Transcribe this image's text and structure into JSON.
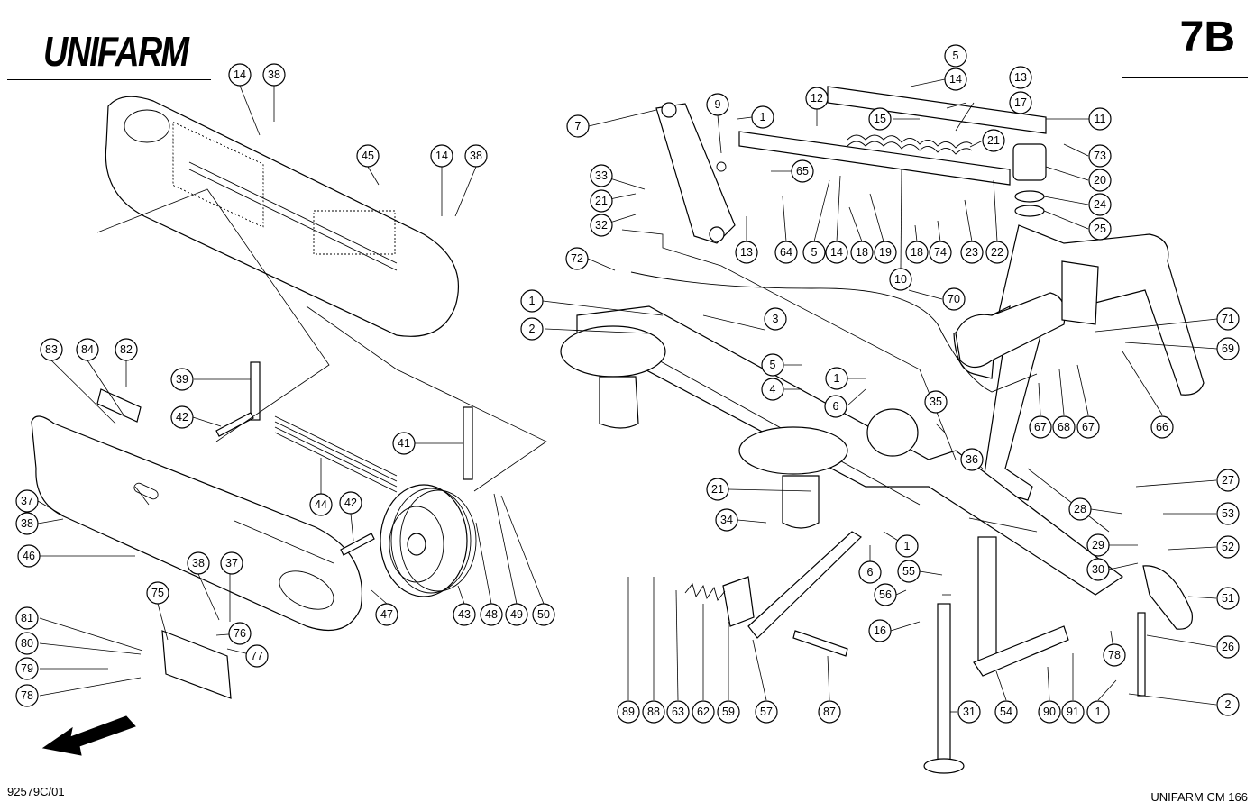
{
  "header": {
    "brand": "UNIFARM",
    "page_code": "7B"
  },
  "footer": {
    "doc_code": "92579C/01",
    "model": "UNIFARM CM 166"
  },
  "callouts": [
    {
      "id": "c1",
      "label": "14"
    },
    {
      "id": "c2",
      "label": "38"
    },
    {
      "id": "c3",
      "label": "45"
    },
    {
      "id": "c4",
      "label": "14"
    },
    {
      "id": "c5",
      "label": "38"
    },
    {
      "id": "c6",
      "label": "83"
    },
    {
      "id": "c7",
      "label": "84"
    },
    {
      "id": "c8",
      "label": "82"
    },
    {
      "id": "c9",
      "label": "39"
    },
    {
      "id": "c10",
      "label": "42"
    },
    {
      "id": "c11",
      "label": "41"
    },
    {
      "id": "c12",
      "label": "44"
    },
    {
      "id": "c13",
      "label": "37"
    },
    {
      "id": "c14",
      "label": "38"
    },
    {
      "id": "c15",
      "label": "42"
    },
    {
      "id": "c16",
      "label": "46"
    },
    {
      "id": "c17",
      "label": "38"
    },
    {
      "id": "c18",
      "label": "37"
    },
    {
      "id": "c19",
      "label": "47"
    },
    {
      "id": "c20",
      "label": "43"
    },
    {
      "id": "c21",
      "label": "48"
    },
    {
      "id": "c22",
      "label": "49"
    },
    {
      "id": "c23",
      "label": "50"
    },
    {
      "id": "c24",
      "label": "75"
    },
    {
      "id": "c25",
      "label": "81"
    },
    {
      "id": "c26",
      "label": "80"
    },
    {
      "id": "c27",
      "label": "79"
    },
    {
      "id": "c28",
      "label": "78"
    },
    {
      "id": "c29",
      "label": "76"
    },
    {
      "id": "c30",
      "label": "77"
    },
    {
      "id": "c31",
      "label": "7"
    },
    {
      "id": "c32",
      "label": "9"
    },
    {
      "id": "c33",
      "label": "1"
    },
    {
      "id": "c34",
      "label": "12"
    },
    {
      "id": "c35",
      "label": "5"
    },
    {
      "id": "c36",
      "label": "14"
    },
    {
      "id": "c37",
      "label": "13"
    },
    {
      "id": "c38",
      "label": "17"
    },
    {
      "id": "c39",
      "label": "15"
    },
    {
      "id": "c40",
      "label": "11"
    },
    {
      "id": "c41",
      "label": "21"
    },
    {
      "id": "c42",
      "label": "73"
    },
    {
      "id": "c43",
      "label": "33"
    },
    {
      "id": "c44",
      "label": "65"
    },
    {
      "id": "c45",
      "label": "20"
    },
    {
      "id": "c46",
      "label": "21"
    },
    {
      "id": "c47",
      "label": "24"
    },
    {
      "id": "c48",
      "label": "32"
    },
    {
      "id": "c49",
      "label": "25"
    },
    {
      "id": "c50",
      "label": "13"
    },
    {
      "id": "c51",
      "label": "64"
    },
    {
      "id": "c52",
      "label": "5"
    },
    {
      "id": "c53",
      "label": "14"
    },
    {
      "id": "c54",
      "label": "18"
    },
    {
      "id": "c55",
      "label": "19"
    },
    {
      "id": "c56",
      "label": "18"
    },
    {
      "id": "c57",
      "label": "74"
    },
    {
      "id": "c58",
      "label": "23"
    },
    {
      "id": "c59",
      "label": "22"
    },
    {
      "id": "c60",
      "label": "72"
    },
    {
      "id": "c61",
      "label": "10"
    },
    {
      "id": "c62",
      "label": "70"
    },
    {
      "id": "c63",
      "label": "1"
    },
    {
      "id": "c64",
      "label": "2"
    },
    {
      "id": "c65",
      "label": "3"
    },
    {
      "id": "c66",
      "label": "71"
    },
    {
      "id": "c67",
      "label": "69"
    },
    {
      "id": "c68",
      "label": "5"
    },
    {
      "id": "c69",
      "label": "1"
    },
    {
      "id": "c70",
      "label": "4"
    },
    {
      "id": "c71",
      "label": "6"
    },
    {
      "id": "c72",
      "label": "35"
    },
    {
      "id": "c73",
      "label": "67"
    },
    {
      "id": "c74",
      "label": "68"
    },
    {
      "id": "c75",
      "label": "67"
    },
    {
      "id": "c76",
      "label": "66"
    },
    {
      "id": "c77",
      "label": "36"
    },
    {
      "id": "c78",
      "label": "21"
    },
    {
      "id": "c79",
      "label": "27"
    },
    {
      "id": "c80",
      "label": "28"
    },
    {
      "id": "c81",
      "label": "53"
    },
    {
      "id": "c82",
      "label": "34"
    },
    {
      "id": "c83",
      "label": "1"
    },
    {
      "id": "c84",
      "label": "29"
    },
    {
      "id": "c85",
      "label": "52"
    },
    {
      "id": "c86",
      "label": "6"
    },
    {
      "id": "c87",
      "label": "55"
    },
    {
      "id": "c88",
      "label": "30"
    },
    {
      "id": "c89",
      "label": "56"
    },
    {
      "id": "c90",
      "label": "51"
    },
    {
      "id": "c91",
      "label": "16"
    },
    {
      "id": "c92",
      "label": "78"
    },
    {
      "id": "c93",
      "label": "26"
    },
    {
      "id": "c94",
      "label": "89"
    },
    {
      "id": "c95",
      "label": "88"
    },
    {
      "id": "c96",
      "label": "63"
    },
    {
      "id": "c97",
      "label": "62"
    },
    {
      "id": "c98",
      "label": "59"
    },
    {
      "id": "c99",
      "label": "57"
    },
    {
      "id": "c100",
      "label": "87"
    },
    {
      "id": "c101",
      "label": "31"
    },
    {
      "id": "c102",
      "label": "54"
    },
    {
      "id": "c103",
      "label": "90"
    },
    {
      "id": "c104",
      "label": "91"
    },
    {
      "id": "c105",
      "label": "1"
    },
    {
      "id": "c106",
      "label": "2"
    }
  ]
}
